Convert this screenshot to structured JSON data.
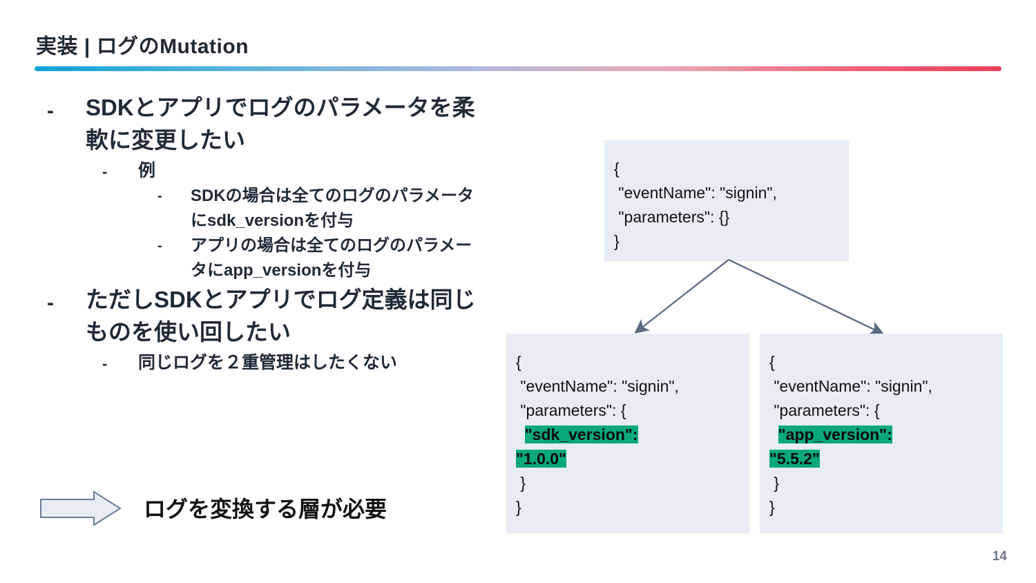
{
  "slide": {
    "title": "実装 | ログのMutation",
    "page_number": "14",
    "accent_gradient_start": "#0FA3D9",
    "accent_gradient_end": "#E8415A",
    "text_color": "#1F2A37",
    "box_fill": "#E8EDF5",
    "highlight_color": "#07A97B",
    "connector_color": "#5A6B82"
  },
  "bullets": [
    {
      "level": 1,
      "dash": "-",
      "text": "SDKとアプリでログのパラメータを柔軟に変更したい"
    },
    {
      "level": 2,
      "dash": "-",
      "text": "例"
    },
    {
      "level": 3,
      "dash": "-",
      "text": "SDKの場合は全てのログのパラメータにsdk_versionを付与"
    },
    {
      "level": 3,
      "dash": "-",
      "text": "アプリの場合は全てのログのパラメータにapp_versionを付与"
    },
    {
      "level": 1,
      "dash": "-",
      "text": "ただしSDKとアプリでログ定義は同じものを使い回したい"
    },
    {
      "level": 2,
      "dash": "-",
      "text": "同じログを２重管理はしたくない"
    }
  ],
  "callout": {
    "arrow_icon": "right-block-arrow-icon",
    "text": "ログを変換する層が必要"
  },
  "diagram": {
    "source_box": {
      "lines": [
        "{",
        " \"eventName\": \"signin\",",
        " \"parameters\": {}",
        "}"
      ]
    },
    "target_boxes": [
      {
        "name": "sdk-version-box",
        "pre_lines": [
          "{",
          " \"eventName\": \"signin\",",
          " \"parameters\": {"
        ],
        "highlight_key": "\"sdk_version\":",
        "highlight_value": "\"1.0.0\"",
        "post_lines": [
          " }",
          "}"
        ]
      },
      {
        "name": "app-version-box",
        "pre_lines": [
          "{",
          " \"eventName\": \"signin\",",
          " \"parameters\": {"
        ],
        "highlight_key": "\"app_version\":",
        "highlight_value": "\"5.5.2\"",
        "post_lines": [
          " }",
          "}"
        ]
      }
    ],
    "connectors": [
      {
        "name": "connector-arrow-left",
        "from": "source-box",
        "to": "sdk-version-box"
      },
      {
        "name": "connector-arrow-right",
        "from": "source-box",
        "to": "app-version-box"
      }
    ]
  }
}
